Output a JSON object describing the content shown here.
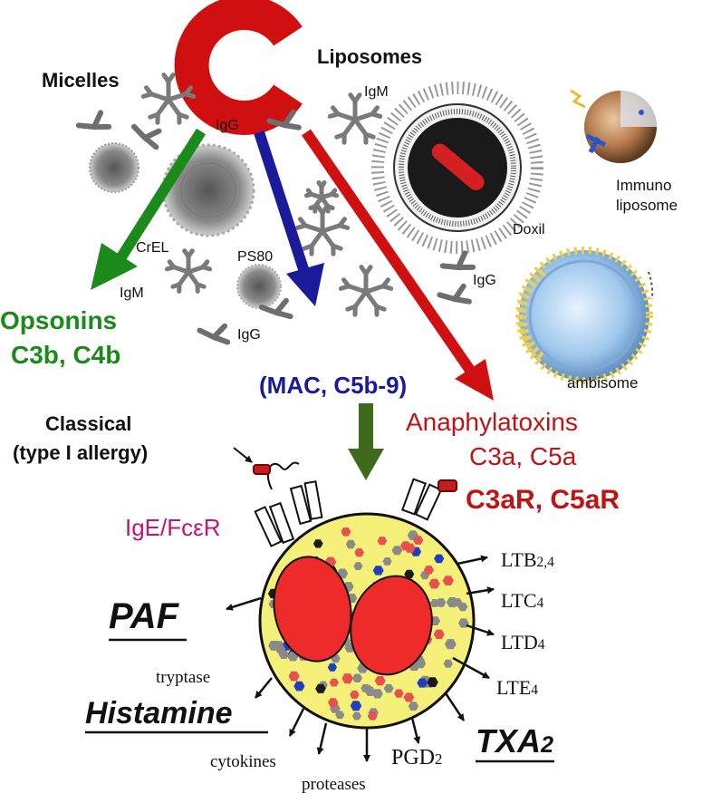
{
  "big_letter": "C",
  "nanocarriers": {
    "micelles": "Micelles",
    "liposomes": "Liposomes",
    "crel": "CrEL",
    "ps80": "PS80",
    "doxil": "Doxil",
    "immunoliposome_line1": "Immuno",
    "immunoliposome_line2": "liposome",
    "ambisome": "ambisome"
  },
  "antibodies": {
    "igg_top": "IgG",
    "igm_top": "IgM",
    "igm_left": "IgM",
    "igg_bottom": "IgG",
    "igg_right": "IgG"
  },
  "products": {
    "opsonins_title": "Opsonins",
    "opsonins_items": "C3b, C4b",
    "mac": "(MAC, C5b-9)",
    "anaphylatoxins_title": "Anaphylatoxins",
    "anaphylatoxins_items": "C3a, C5a",
    "receptors": "C3aR, C5aR"
  },
  "classical": {
    "line1": "Classical",
    "line2": "(type I allergy)",
    "ige_receptor": "IgE/FcεR"
  },
  "mediators": {
    "paf": "PAF",
    "tryptase": "tryptase",
    "histamine": "Histamine",
    "cytokines": "cytokines",
    "proteases": "proteases",
    "pgd2_base": "PGD",
    "pgd2_sub": "2",
    "txa2_base": "TXA",
    "txa2_sub": "2",
    "ltb_base": "LTB",
    "ltb_sub": "2,4",
    "ltc_base": "LTC",
    "ltc_sub": "4",
    "ltd_base": "LTD",
    "ltd_sub": "4",
    "lte_base": "LTE",
    "lte_sub": "4"
  },
  "colors": {
    "complement_red": "#d01010",
    "opsonin_green": "#1a8a1a",
    "mac_blue": "#1a1a9a",
    "ige_magenta": "#c0157a",
    "cell_yellow": "#f4f07a",
    "nucleus_red": "#ee2a2a",
    "arrow_olive": "#3d6b1c"
  }
}
